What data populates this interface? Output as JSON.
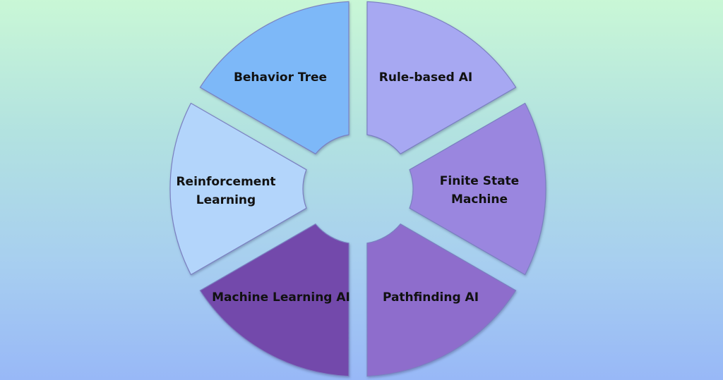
{
  "diagram": {
    "segments": [
      {
        "id": "behavior-tree",
        "lines": [
          "Behavior Tree"
        ],
        "color": "#7db8f8"
      },
      {
        "id": "rule-based-ai",
        "lines": [
          "Rule-based AI"
        ],
        "color": "#a7a8f2"
      },
      {
        "id": "finite-state-machine",
        "lines": [
          "Finite State",
          "Machine"
        ],
        "color": "#9a86df"
      },
      {
        "id": "pathfinding-ai",
        "lines": [
          "Pathfinding AI"
        ],
        "color": "#8e6dcc"
      },
      {
        "id": "machine-learning-ai",
        "lines": [
          "Machine Learning AI"
        ],
        "color": "#7348ab"
      },
      {
        "id": "reinforcement-learning",
        "lines": [
          "Reinforcement",
          "Learning"
        ],
        "color": "#b3d5fb"
      }
    ]
  }
}
